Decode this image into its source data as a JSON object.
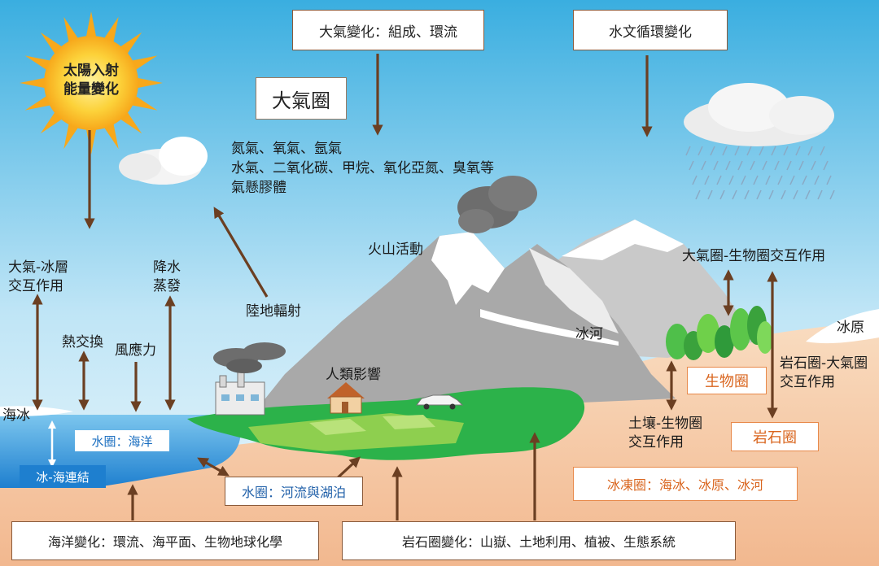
{
  "sun": {
    "line1": "太陽入射",
    "line2": "能量變化"
  },
  "atmosphere": {
    "title": "大氣圈",
    "gases": [
      "氮氣、氧氣、氬氣",
      "水氣、二氧化碳、甲烷、氧化亞氮、臭氧等",
      "氣懸膠體"
    ]
  },
  "top_boxes": {
    "atmos_change": "大氣變化：組成、環流",
    "hydro_change": "水文循環變化"
  },
  "labels": {
    "volcano": "火山活動",
    "glacier": "冰河",
    "ice_plain": "冰原",
    "land_radiation": "陸地輻射",
    "human_impact": "人類影響",
    "sea_ice": "海冰",
    "atmos_ice_1": "大氣-冰層",
    "atmos_ice_2": "交互作用",
    "heat_exchange": "熱交換",
    "wind_stress": "風應力",
    "precip_1": "降水",
    "precip_2": "蒸發",
    "atmos_bio": "大氣圈-生物圈交互作用",
    "litho_atmos_1": "岩石圈-大氣圈",
    "litho_atmos_2": "交互作用",
    "soil_bio_1": "土壤-生物圈",
    "soil_bio_2": "交互作用"
  },
  "spheres": {
    "ocean": "水圈：海洋",
    "ice_sea": "冰-海連結",
    "rivers": "水圈：河流與湖泊",
    "biosphere": "生物圈",
    "lithosphere": "岩石圈",
    "cryosphere": "冰凍圈：海冰、冰原、冰河"
  },
  "bottom_boxes": {
    "ocean_change": "海洋變化：環流、海平面、生物地球化學",
    "litho_change": "岩石圈變化：山嶽、土地利用、植被、生態系統"
  },
  "colors": {
    "sky_top": "#3aaee0",
    "sky_bottom": "#e8f6fc",
    "land": "#f6cfad",
    "ocean": "#2a8fd6",
    "grass": "#2cb24a",
    "mountain": "#a9a9a9",
    "arrow": "#7a4a28",
    "sun": "#f7a81b"
  }
}
